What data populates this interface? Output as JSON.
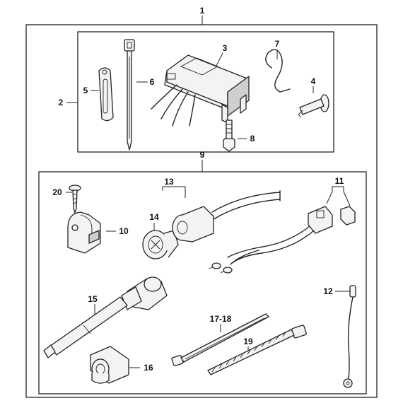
{
  "labels": {
    "l1": "1",
    "l2": "2",
    "l3": "3",
    "l4": "4",
    "l5": "5",
    "l6": "6",
    "l7": "7",
    "l8": "8",
    "l9": "9",
    "l10": "10",
    "l11": "11",
    "l12": "12",
    "l13": "13",
    "l14": "14",
    "l15": "15",
    "l16": "16",
    "l17_18": "17-18",
    "l19": "19",
    "l20": "20"
  }
}
